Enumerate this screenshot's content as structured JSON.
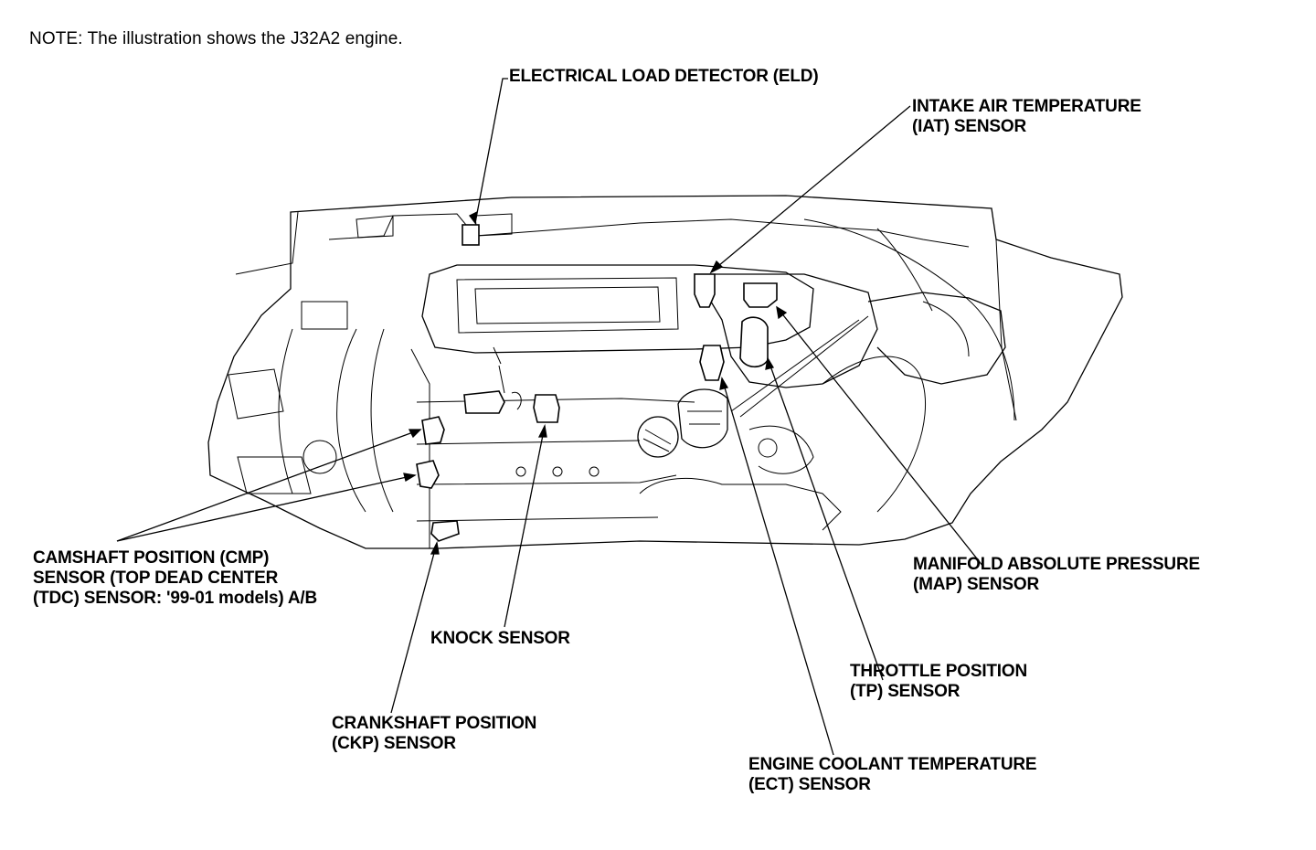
{
  "note": "NOTE: The illustration shows the J32A2 engine.",
  "labels": {
    "eld": [
      "ELECTRICAL LOAD DETECTOR (ELD)"
    ],
    "iat": [
      "INTAKE AIR TEMPERATURE",
      "(IAT) SENSOR"
    ],
    "cmp": [
      "CAMSHAFT POSITION (CMP)",
      "SENSOR (TOP DEAD CENTER",
      "(TDC) SENSOR: '99-01 models) A/B"
    ],
    "map": [
      "MANIFOLD ABSOLUTE PRESSURE",
      "(MAP) SENSOR"
    ],
    "knock": [
      "KNOCK SENSOR"
    ],
    "tp": [
      "THROTTLE POSITION",
      "(TP) SENSOR"
    ],
    "ckp": [
      "CRANKSHAFT POSITION",
      "(CKP) SENSOR"
    ],
    "ect": [
      "ENGINE COOLANT TEMPERATURE",
      "(ECT) SENSOR"
    ]
  }
}
